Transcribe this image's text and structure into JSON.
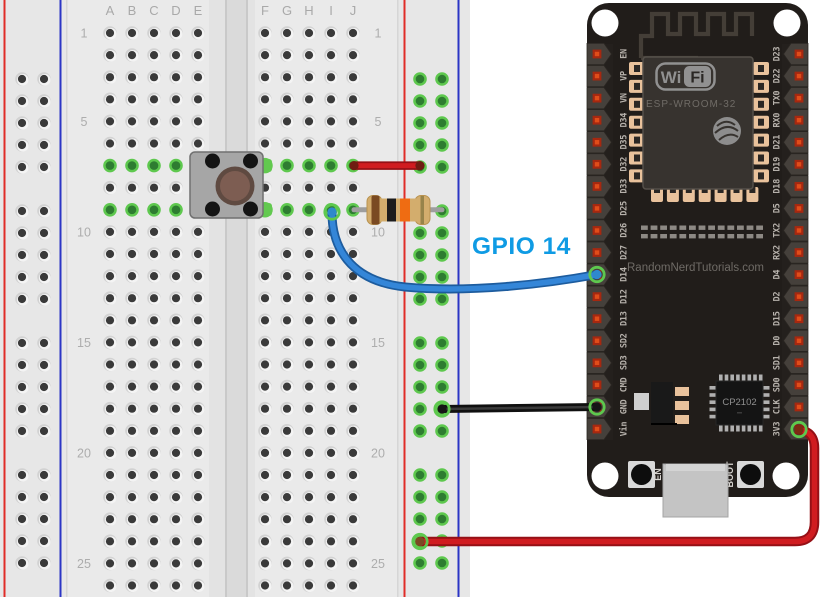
{
  "title_label": {
    "text": "GPIO 14",
    "color": "#0f9be4"
  },
  "breadboard": {
    "column_letters_left": [
      "A",
      "B",
      "C",
      "D",
      "E"
    ],
    "column_letters_right": [
      "F",
      "G",
      "H",
      "I",
      "J"
    ],
    "row_numbers": [
      1,
      5,
      10,
      15,
      20,
      25
    ],
    "rows_visible": 26,
    "green_rows": [
      7,
      9
    ],
    "rail_positive_color": "#e02d28",
    "rail_negative_color": "#2b35c5",
    "hole_green_ring": "#5ec84e",
    "hole_green_center": "#2e7c31"
  },
  "components": {
    "pushbutton": {
      "name": "pushbutton"
    },
    "resistor": {
      "name": "resistor-10k",
      "bands": [
        "brown",
        "black",
        "orange",
        "gold"
      ],
      "band_colors": [
        "#7a4a22",
        "#1c1c1c",
        "#ef6c12",
        "#97834a"
      ],
      "body_color": "#d3ad6d"
    },
    "wire_colors": {
      "red": "#d01c20",
      "blue": "#3486d8",
      "black": "#141414"
    }
  },
  "esp32": {
    "module_name": "ESP-WROOM-32",
    "wifi_logo": [
      "Wi",
      "Fi"
    ],
    "watermark": "RandomNerdTutorials.com",
    "usb_chip": "CP2102",
    "buttons": {
      "en": "EN",
      "boot": "BOOT"
    },
    "left_pins": [
      "EN",
      "VP",
      "VN",
      "D34",
      "D35",
      "D32",
      "D33",
      "D25",
      "D26",
      "D27",
      "D14",
      "D12",
      "D13",
      "SD2",
      "SD3",
      "CMD",
      "GND",
      "Vin"
    ],
    "right_pins": [
      "D23",
      "D22",
      "TX0",
      "RX0",
      "D21",
      "D19",
      "D18",
      "D5",
      "TX2",
      "RX2",
      "D4",
      "D2",
      "D15",
      "D0",
      "SD1",
      "SD0",
      "CLK",
      "3V3"
    ],
    "board_color": "#211d1a",
    "pad_color": "#e04d1a"
  }
}
